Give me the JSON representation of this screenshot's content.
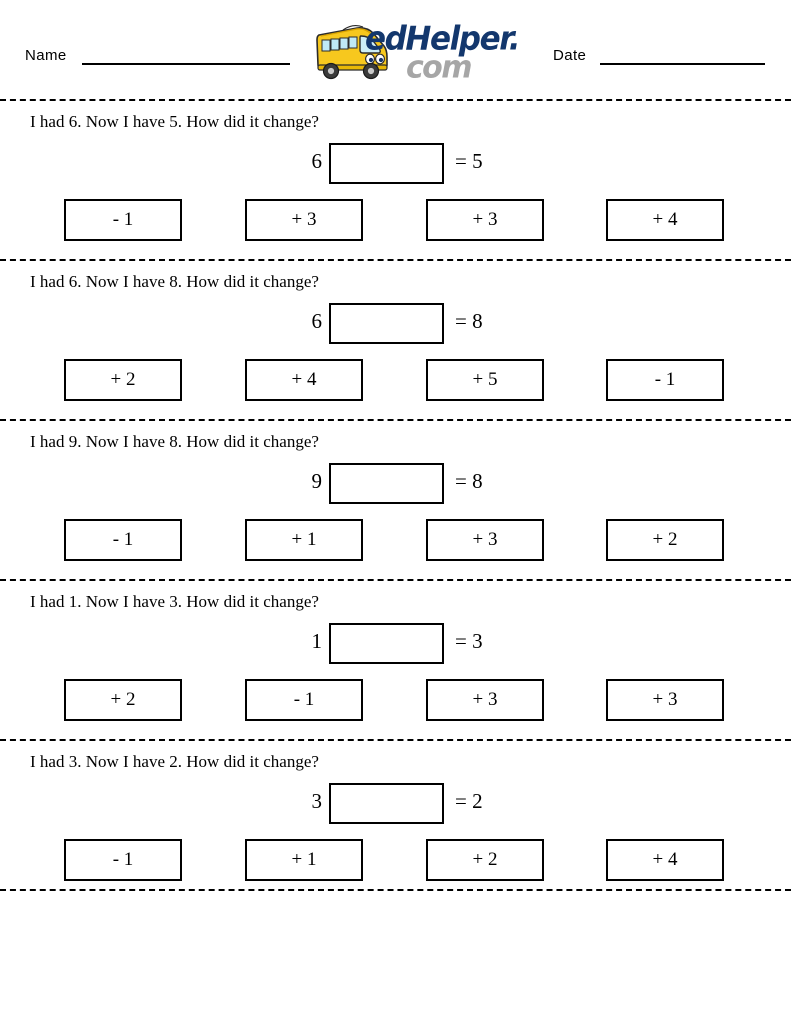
{
  "header": {
    "name_label": "Name",
    "date_label": "Date",
    "logo": {
      "brand": "edHelper.",
      "tld": "com",
      "bus_icon": "school-bus-icon",
      "brand_color": "#13376d",
      "tld_color": "#a6a6a6",
      "bus_color": "#f5c518"
    }
  },
  "worksheet": {
    "problems": [
      {
        "question": "I had 6. Now I have 5. How did it change?",
        "equation": {
          "start": "6",
          "blank": "",
          "end": "= 5"
        },
        "choices": [
          "- 1",
          "+ 3",
          "+ 3",
          "+ 4"
        ]
      },
      {
        "question": "I had 6. Now I have 8. How did it change?",
        "equation": {
          "start": "6",
          "blank": "",
          "end": "= 8"
        },
        "choices": [
          "+ 2",
          "+ 4",
          "+ 5",
          "- 1"
        ]
      },
      {
        "question": "I had 9. Now I have 8. How did it change?",
        "equation": {
          "start": "9",
          "blank": "",
          "end": "= 8"
        },
        "choices": [
          "- 1",
          "+ 1",
          "+ 3",
          "+ 2"
        ]
      },
      {
        "question": "I had 1. Now I have 3. How did it change?",
        "equation": {
          "start": "1",
          "blank": "",
          "end": "= 3"
        },
        "choices": [
          "+ 2",
          "- 1",
          "+ 3",
          "+ 3"
        ]
      },
      {
        "question": "I had 3. Now I have 2. How did it change?",
        "equation": {
          "start": "3",
          "blank": "",
          "end": "= 2"
        },
        "choices": [
          "- 1",
          "+ 1",
          "+ 2",
          "+ 4"
        ]
      }
    ]
  }
}
